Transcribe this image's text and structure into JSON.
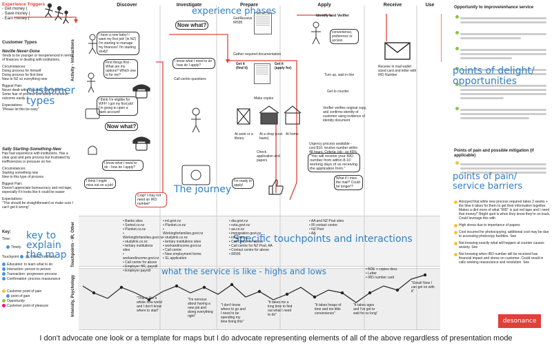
{
  "left": {
    "triggers_title": "Experience Triggers",
    "triggers": [
      "- Get money (",
      "- Save money (",
      "- Earn money ("
    ],
    "customer_types": "Customer Types",
    "persona1": {
      "name": "Neville Never-Done",
      "desc": "Tends to be younger or inexperienced in terms of finances or dealing with institutions.",
      "circ_label": "Circumstances:",
      "circ": [
        "Doing process for himself",
        "Doing process for first time",
        "New to NZ so everything new"
      ],
      "pain_label": "Biggest Pain:",
      "pain": "Never dealt with regulatory agency before. Some fear of process and ability to achieve outcome easily.",
      "exp_label": "Expectations:",
      "exp": "\"Please let this be easy\""
    },
    "persona2": {
      "name": "Sally Starting-Something-New",
      "desc": "Has had experience with institutions. Has a clear goal and gets process but frustrated by inefficiencies or pressure on her.",
      "circ_label": "Circumstances:",
      "circ": [
        "Starting something new",
        "New to this type of process"
      ],
      "pain_label": "Biggest Pain:",
      "pain": "Doesn't appreciate bureaucracy and red-tape, especially if it looks like it could be easier",
      "exp_label": "Expectations:",
      "exp": "\"This should be straightforward so make sure I can't get it wrong\""
    },
    "key_title": "Key:",
    "time_label": "Time:",
    "timely_label": "Timely",
    "touchpoint_label": "Touchpoint",
    "other_label": "Other/ThirdParty",
    "legend": [
      "Education: to learn what to do",
      "Interaction: person to person",
      "Transaction: progresses process",
      "Confirmation: process reassurance"
    ],
    "legend2": [
      "Customer point of pain",
      "point of gain",
      "Opportunity",
      "Customer point of pleasure"
    ]
  },
  "phases": [
    "Discover",
    "Investigate",
    "Prepare",
    "Apply",
    "Receive",
    "Use"
  ],
  "rows": {
    "activity": "Activity - Interactions",
    "touchpoints": "Touchpoints - IR, Other",
    "intensity": "Intensity, Psychology"
  },
  "annotations": {
    "experience_phases": "experience phases",
    "customer_types": "customer types",
    "journey": "The journey",
    "touchpoints": "Specific touchpoints and interactions",
    "highs_lows": "what the service is like - highs and lows",
    "key": "key to explain the map",
    "delight": "points of delight/ opportunities",
    "pain": "points of pain/ service barriers"
  },
  "journey": {
    "discover_b1": "I have a new baby! I want my first job! (in NZ) I'm starting to manage my finances! I'm starting study!",
    "now_what": "Now what?",
    "first_things": "First things first - What are my options? Which one is for me?",
    "eligible": "I think I'm eligible for WFF! I got my first job! I'm going to open a bank account!",
    "know_what": "I know what I need to do - how do I apply?",
    "get_receive": "Get/Receive IR595",
    "gather": "Gather required documentation",
    "get_it1": "Get it (find it)",
    "get_it2": "Get it (apply for)",
    "make_copies": "Make copies",
    "work_lib": "At work or a library",
    "shop": "At a shop (cost basis)",
    "home": "At home",
    "check_app": "Check application and papers",
    "ready": "I'm ready to apply!",
    "identify": "Identify best Verifier",
    "convenience": "convenience, preference or access",
    "turn_up": "Turn up, wait in line",
    "get_counter": "Get to counter",
    "verifier": "Verifier verifies original copy, and confirms identity of customer using evidence of identity document",
    "receive_letter": "Receive in mail wallet sized card and letter with IRD Number",
    "will_receive": "\"You will receive your IRD number from within 8-10 working days of us receiving the application form.\"",
    "urgency": "Urgency process available - cost $10, receive number within 48 hours. Criteria: job - so 45% tax rate not incurred, missing out on FAM, or Loans/Allowance",
    "miss_out": "I think I might miss out on a job!",
    "what_if": "What if I miss the mail? Could be longer!?",
    "crap": "Crap! I may not need an IRD number!"
  },
  "touch": {
    "discover": [
      "Banks sites",
      "Sorted.co.nz",
      "Plunket.co.nz",
      "Workingforfamilies.govt.nz",
      "studylink.co.nz",
      "tertiary institutions sites",
      "workandincome.govt.nz",
      "Call centre for above",
      "Employer HR, payroll",
      "Employer payroll"
    ],
    "investigate": [
      "ird.govt.nz",
      "Plunket.co.nz",
      "Workingforfamilies.govt.nz",
      "studylink.co.nz",
      "tertiary institutions sites",
      "workandincome.govt.nz",
      "Call centre",
      "New employment forms",
      "SL application"
    ],
    "prepare": [
      "dia.govt.nz",
      "nzta.govt.nz",
      "aa.co.nz",
      "immigration.govt.nz",
      "ird.govt.nz",
      "Call centre for above",
      "Call centre for NZ Post, AA",
      "Contact centre for above",
      "IR595"
    ],
    "apply": [
      "AA and NZ Post sites",
      "IR contact centre",
      "NZ Post",
      "AA"
    ],
    "receive": [
      "BDE + copies docs",
      "Letter",
      "IRD number card"
    ]
  },
  "intensity": {
    "n1": "\"This is like a whole new world and I don't know where to start\"",
    "n2": "\"I'm nervous about having a new job and doing everything right\"",
    "n3": "\"I don't know where to go and I need to be spending my time fixing this\"",
    "n4": "\"It takes me a long time to find out what I need to do\"",
    "n5": "\"It takes heaps of time and too little convenience\"",
    "n6": "\"It takes ages and I've got to wait for so long\"",
    "n7": "\"Great! Now I can get on with it\""
  },
  "right": {
    "opp_title": "Opportunity to improve/enhance service",
    "pain_title": "Points of pain and possible mitigation (if applicable)",
    "pains": [
      "Annoyed that while new process required takes 2 weeks + the time it takes for them to get their information together. Makes a dint more of what \"IRD\" is just red tape and I need that money!\" Bright spot is when they know they're on track. Could leverage this with",
      "High stress due to importance of papers",
      "Cost incurred for photocopying, additional cost may be due to accessing photocopy facilities. See",
      "Not knowing exactly what will happen at counter causes anxiety. See",
      "Not knowing when IRD number will be received has financial impact and stress on customer. Could result in calls seeking reassurance and resolution. See"
    ],
    "logo": "desonance"
  },
  "caption": "I don't advocate one look or a template for maps but I do advocate representing elements of all of the above regardless of presentation mode"
}
